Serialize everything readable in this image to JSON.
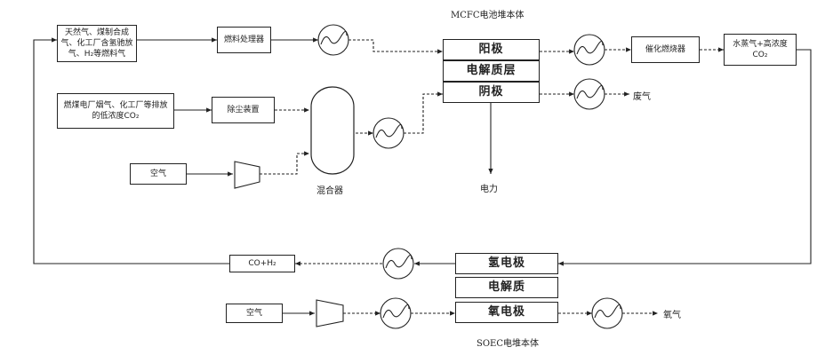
{
  "mcfc": {
    "title": "MCFC电池堆本体",
    "anode": "阳极",
    "electrolyte": "电解质层",
    "cathode": "阴极",
    "power": "电力",
    "exhaust": "废气"
  },
  "inputs": {
    "fuel": "天然气、煤制合成气、化工厂含氢驰放气、H₂等燃料气",
    "flue": "燃煤电厂烟气、化工厂等排放的低浓度CO₂",
    "air1": "空气"
  },
  "units": {
    "fuel_processor": "燃料处理器",
    "dust_remover": "除尘装置",
    "mixer": "混合器",
    "catalytic_burner": "催化燃烧器",
    "steam_co2": "水蒸气+高浓度CO₂"
  },
  "soec": {
    "title": "SOEC电堆本体",
    "hydrogen_electrode": "氢电极",
    "electrolyte": "电解质",
    "oxygen_electrode": "氧电极",
    "air": "空气",
    "oxygen_out": "氧气",
    "co_h2": "CO+H₂"
  }
}
